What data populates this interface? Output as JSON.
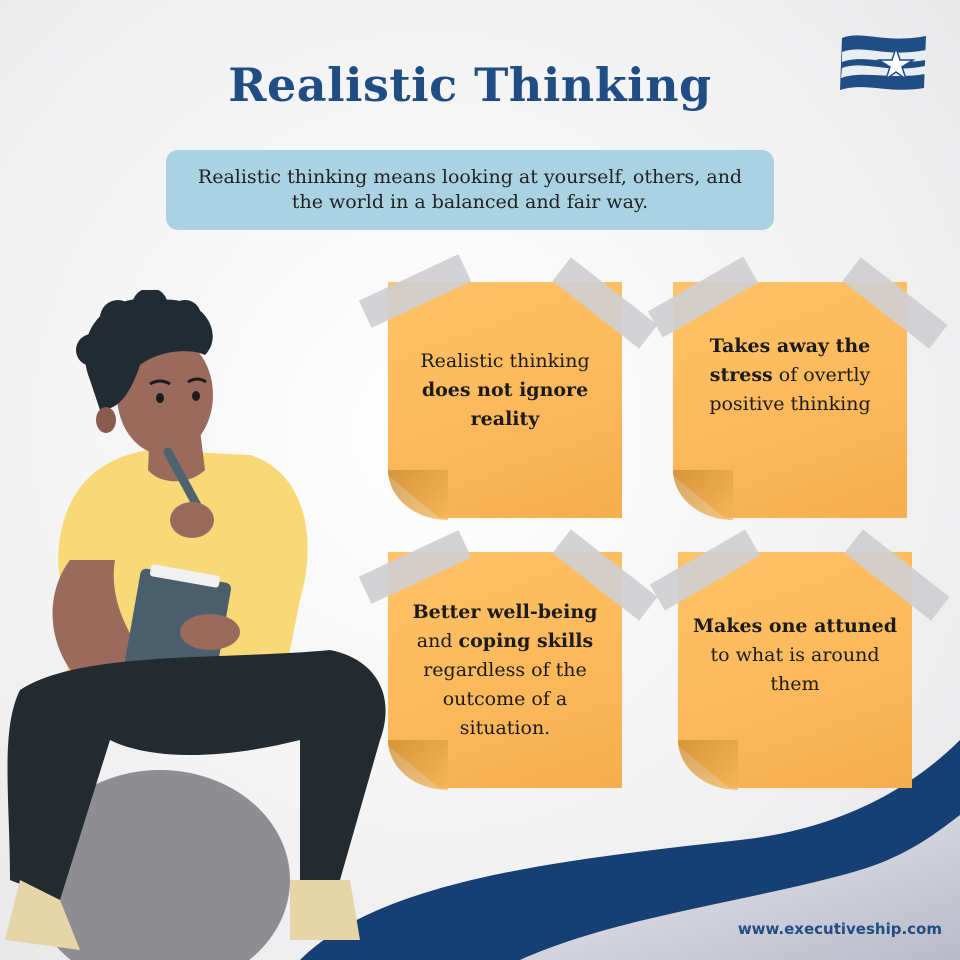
{
  "title": "Realistic Thinking",
  "intro": "Realistic thinking means looking at yourself, others, and the world in a balanced and fair way.",
  "notes": [
    {
      "parts": [
        {
          "t": "Realistic thinking ",
          "b": false
        },
        {
          "t": "does not ignore reality",
          "b": true
        }
      ]
    },
    {
      "parts": [
        {
          "t": "Takes away the stress",
          "b": true
        },
        {
          "t": " of overtly positive thinking",
          "b": false
        }
      ]
    },
    {
      "parts": [
        {
          "t": "Better well-being",
          "b": true
        },
        {
          "t": " and ",
          "b": false
        },
        {
          "t": "coping skills",
          "b": true
        },
        {
          "t": " regardless of the outcome of a situation.",
          "b": false
        }
      ]
    },
    {
      "parts": [
        {
          "t": "Makes one attuned",
          "b": true
        },
        {
          "t": " to what is around them",
          "b": false
        }
      ]
    }
  ],
  "website": "www.executiveship.com",
  "colors": {
    "title": "#1f4d84",
    "intro_bg": "#a9d2e3",
    "note": "#fbb85a",
    "wave_dark": "#163f73",
    "wave_light": "#c9cad6"
  },
  "icons": {
    "logo": "waving-flag-star-logo",
    "illustration": "man-writing-notepad-illustration"
  }
}
